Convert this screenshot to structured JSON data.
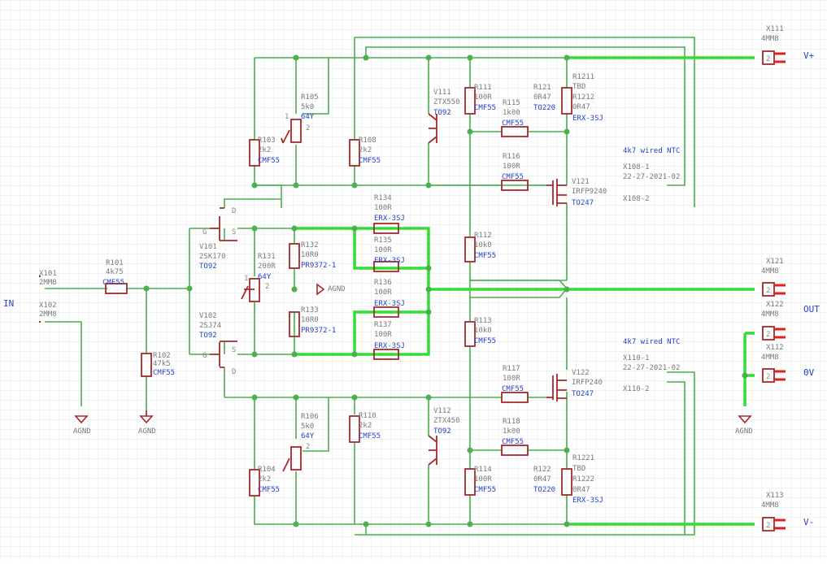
{
  "schematic": {
    "colors": {
      "wire": "#4caf50",
      "bus": "#33dd33",
      "part": "#a52a2a",
      "label": "#7a7a7a",
      "pkg": "#2244cc"
    },
    "nets": {
      "vplus": "V+",
      "out": "OUT",
      "zero": "0V",
      "vminus": "V-",
      "in": "IN"
    },
    "supplies": [
      "AGND",
      "AGND",
      "AGND",
      "AGND"
    ],
    "parts": {
      "R101": {
        "ref": "R101",
        "val": "4k75",
        "pkg": "CMF55"
      },
      "R102": {
        "ref": "R102",
        "val": "47k5",
        "pkg": "CMF55"
      },
      "R103": {
        "ref": "R103",
        "val": "2k2",
        "pkg": "CMF55"
      },
      "R104": {
        "ref": "R104",
        "val": "2k2",
        "pkg": "CMF55"
      },
      "R105": {
        "ref": "R105",
        "val": "5k0",
        "pkg": "64Y"
      },
      "R106": {
        "ref": "R106",
        "val": "5k0",
        "pkg": "64Y"
      },
      "R108": {
        "ref": "R108",
        "val": "2k2",
        "pkg": "CMF55"
      },
      "R110": {
        "ref": "R110",
        "val": "2k2",
        "pkg": "CMF55"
      },
      "R111": {
        "ref": "R111",
        "val": "100R",
        "pkg": "CMF55"
      },
      "R112": {
        "ref": "R112",
        "val": "10k0",
        "pkg": "CMF55"
      },
      "R113": {
        "ref": "R113",
        "val": "10k0",
        "pkg": "CMF55"
      },
      "R114": {
        "ref": "R114",
        "val": "100R",
        "pkg": "CMF55"
      },
      "R115": {
        "ref": "R115",
        "val": "1k00",
        "pkg": "CMF55"
      },
      "R116": {
        "ref": "R116",
        "val": "100R",
        "pkg": "CMF55"
      },
      "R117": {
        "ref": "R117",
        "val": "100R",
        "pkg": "CMF55"
      },
      "R118": {
        "ref": "R118",
        "val": "1k00",
        "pkg": "CMF55"
      },
      "R121": {
        "ref": "R121",
        "val": "0R47",
        "pkg": "TO220"
      },
      "R122": {
        "ref": "R122",
        "val": "0R47",
        "pkg": "TO220"
      },
      "R1211": {
        "ref": "R1211",
        "val": "TBD"
      },
      "R1212": {
        "ref": "R1212",
        "val": "0R47",
        "pkg": "ERX-3SJ"
      },
      "R1221": {
        "ref": "R1221",
        "val": "TBD"
      },
      "R1222": {
        "ref": "R1222",
        "val": "0R47",
        "pkg": "ERX-3SJ"
      },
      "R131": {
        "ref": "R131",
        "val": "200R",
        "pkg": "64Y"
      },
      "R132": {
        "ref": "R132",
        "val": "10R0",
        "pkg": "PR9372-1"
      },
      "R133": {
        "ref": "R133",
        "val": "10R0",
        "pkg": "PR9372-1"
      },
      "R134": {
        "ref": "R134",
        "val": "100R",
        "pkg": "ERX-3SJ"
      },
      "R135": {
        "ref": "R135",
        "val": "100R",
        "pkg": "ERX-3SJ"
      },
      "R136": {
        "ref": "R136",
        "val": "100R",
        "pkg": "ERX-3SJ"
      },
      "R137": {
        "ref": "R137",
        "val": "100R",
        "pkg": "ERX-3SJ"
      },
      "V101": {
        "ref": "V101",
        "val": "2SK170",
        "pkg": "TO92"
      },
      "V102": {
        "ref": "V102",
        "val": "2SJ74",
        "pkg": "TO92"
      },
      "V111": {
        "ref": "V111",
        "val": "ZTX550",
        "pkg": "TO92"
      },
      "V112": {
        "ref": "V112",
        "val": "ZTX450",
        "pkg": "TO92"
      },
      "V121": {
        "ref": "V121",
        "val": "IRFP9240",
        "pkg": "TO247"
      },
      "V122": {
        "ref": "V122",
        "val": "IRFP240",
        "pkg": "TO247"
      },
      "X101": {
        "ref": "X101",
        "val": "2MM8"
      },
      "X102": {
        "ref": "X102",
        "val": "2MM8"
      },
      "X111": {
        "ref": "X111",
        "val": "4MM8"
      },
      "X112": {
        "ref": "X112",
        "val": "4MM8"
      },
      "X113": {
        "ref": "X113",
        "val": "4MM8"
      },
      "X121": {
        "ref": "X121",
        "val": "4MM8"
      },
      "X122": {
        "ref": "X122",
        "val": "4MM8"
      },
      "X108": {
        "title": "4k7 wired NTC",
        "pin1": "X108-1",
        "part": "22-27-2021-02",
        "pin2": "X108-2"
      },
      "X110": {
        "title": "4k7 wired NTC",
        "pin1": "X110-1",
        "part": "22-27-2021-02",
        "pin2": "X110-2"
      }
    },
    "pins": {
      "g": "G",
      "s": "S",
      "d": "D",
      "one": "1",
      "two": "2"
    }
  }
}
